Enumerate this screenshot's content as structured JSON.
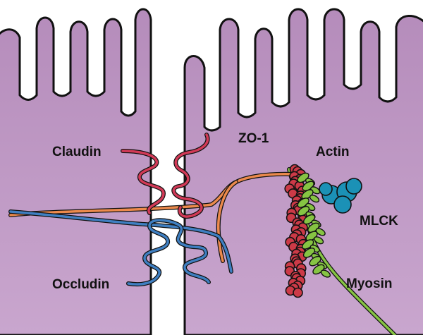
{
  "labels": {
    "claudin": "Claudin",
    "zo1": "ZO-1",
    "actin": "Actin",
    "mlck": "MLCK",
    "occludin": "Occludin",
    "myosin": "Myosin"
  },
  "colors": {
    "cell_fill": "#b58cbb",
    "cell_outline": "#111111",
    "claudin": "#d23a57",
    "occludin": "#3f7fc1",
    "zo1": "#ec8a4c",
    "actin_bead": "#cc3a47",
    "myosin": "#86c443",
    "mlck": "#1b91b6",
    "background": "#ffffff"
  }
}
